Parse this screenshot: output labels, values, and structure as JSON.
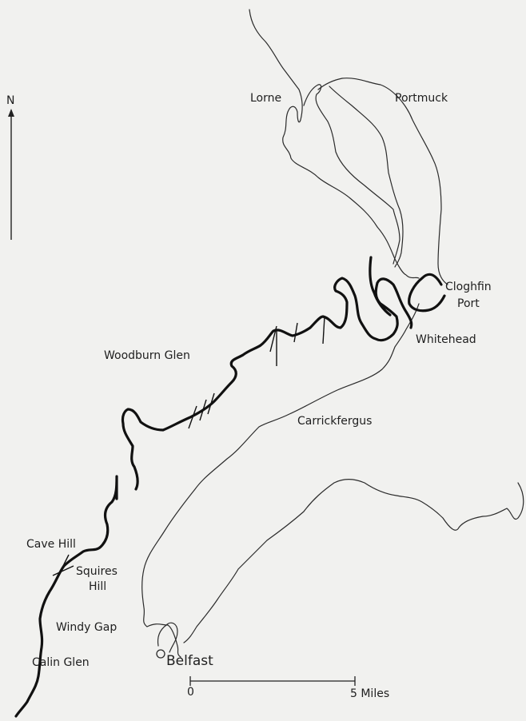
{
  "map": {
    "north_label": "N",
    "places": {
      "lorne": "Lorne",
      "portmuck": "Portmuck",
      "cloghfin_1": "Cloghfin",
      "cloghfin_2": "Port",
      "whitehead": "Whitehead",
      "woodburn_glen": "Woodburn Glen",
      "carrickfergus": "Carrickfergus",
      "cave_hill": "Cave Hill",
      "squires_1": "Squires",
      "squires_2": "Hill",
      "windy_gap": "Windy Gap",
      "belfast": "Belfast",
      "calin_glen": "Calin Glen"
    },
    "scale": {
      "start": "0",
      "end": "5 Miles"
    }
  }
}
